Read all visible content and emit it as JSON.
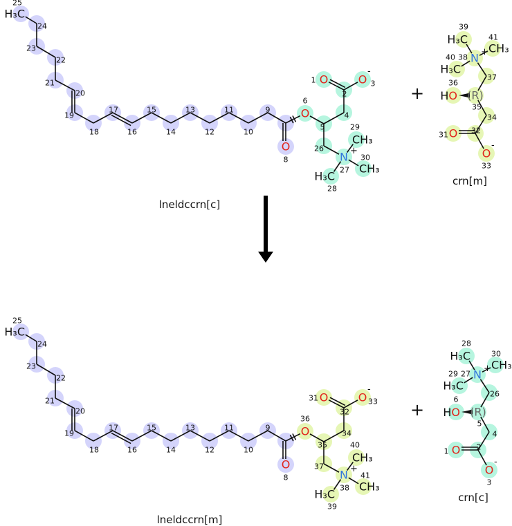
{
  "palette": {
    "lavender": "#d4d4fb",
    "cyan": "#b6f5df",
    "lime": "#e6f6b5"
  },
  "element_colors": {
    "O": "#e2231a",
    "N": "#3377dd",
    "C": "#111111",
    "R": "#666666"
  },
  "reaction": {
    "plus_sign": "+",
    "arrow": "reaction-arrow"
  },
  "molecules": [
    {
      "name": "lneldccrn[c]",
      "atoms": [
        {
          "n": "25",
          "el": "H₃C",
          "hl": "lavender"
        },
        {
          "n": "24",
          "el": "",
          "hl": "lavender"
        },
        {
          "n": "23",
          "el": "",
          "hl": "lavender"
        },
        {
          "n": "22",
          "el": "",
          "hl": "lavender"
        },
        {
          "n": "21",
          "el": "",
          "hl": "lavender"
        },
        {
          "n": "20",
          "el": "",
          "hl": "lavender"
        },
        {
          "n": "19",
          "el": "",
          "hl": "lavender"
        },
        {
          "n": "18",
          "el": "",
          "hl": "lavender"
        },
        {
          "n": "17",
          "el": "",
          "hl": "lavender"
        },
        {
          "n": "16",
          "el": "",
          "hl": "lavender"
        },
        {
          "n": "15",
          "el": "",
          "hl": "lavender"
        },
        {
          "n": "14",
          "el": "",
          "hl": "lavender"
        },
        {
          "n": "13",
          "el": "",
          "hl": "lavender"
        },
        {
          "n": "12",
          "el": "",
          "hl": "lavender"
        },
        {
          "n": "11",
          "el": "",
          "hl": "lavender"
        },
        {
          "n": "10",
          "el": "",
          "hl": "lavender"
        },
        {
          "n": "9",
          "el": "",
          "hl": "lavender"
        },
        {
          "n": "",
          "el": "",
          "hl": "lavender"
        },
        {
          "n": "8",
          "el": "O",
          "hl": "lavender"
        },
        {
          "n": "6",
          "el": "O",
          "hl": "cyan"
        },
        {
          "n": "5",
          "el": "",
          "hl": "cyan"
        },
        {
          "n": "4",
          "el": "",
          "hl": "cyan"
        },
        {
          "n": "2",
          "el": "",
          "hl": "cyan"
        },
        {
          "n": "1",
          "el": "O",
          "hl": "cyan"
        },
        {
          "n": "3",
          "el": "O",
          "hl": "cyan",
          "charge": "-"
        },
        {
          "n": "26",
          "el": "",
          "hl": "cyan"
        },
        {
          "n": "27",
          "el": "N",
          "hl": "cyan",
          "charge": "+"
        },
        {
          "n": "29",
          "el": "CH₃",
          "hl": "cyan"
        },
        {
          "n": "30",
          "el": "CH₃",
          "hl": "cyan"
        },
        {
          "n": "28",
          "el": "H₃C",
          "hl": "cyan"
        }
      ]
    },
    {
      "name": "crn[m]",
      "atoms": [
        {
          "n": "39",
          "el": "H₃C",
          "hl": "lime"
        },
        {
          "n": "38",
          "el": "N",
          "hl": "lime",
          "charge": "+"
        },
        {
          "n": "41",
          "el": "CH₃",
          "hl": "lime"
        },
        {
          "n": "40",
          "el": "H₃C",
          "hl": "lime"
        },
        {
          "n": "37",
          "el": "",
          "hl": "lime"
        },
        {
          "n": "35",
          "el": "(R)",
          "hl": "lime"
        },
        {
          "n": "36",
          "el": "HO",
          "hl": "lime"
        },
        {
          "n": "34",
          "el": "",
          "hl": "lime"
        },
        {
          "n": "32",
          "el": "",
          "hl": "lime"
        },
        {
          "n": "31",
          "el": "O",
          "hl": "lime"
        },
        {
          "n": "33",
          "el": "O",
          "hl": "lime",
          "charge": "-"
        }
      ]
    },
    {
      "name": "lneldccrn[m]",
      "atoms": [
        {
          "n": "25",
          "el": "H₃C",
          "hl": "lavender"
        },
        {
          "n": "24",
          "el": "",
          "hl": "lavender"
        },
        {
          "n": "23",
          "el": "",
          "hl": "lavender"
        },
        {
          "n": "22",
          "el": "",
          "hl": "lavender"
        },
        {
          "n": "21",
          "el": "",
          "hl": "lavender"
        },
        {
          "n": "20",
          "el": "",
          "hl": "lavender"
        },
        {
          "n": "19",
          "el": "",
          "hl": "lavender"
        },
        {
          "n": "18",
          "el": "",
          "hl": "lavender"
        },
        {
          "n": "17",
          "el": "",
          "hl": "lavender"
        },
        {
          "n": "16",
          "el": "",
          "hl": "lavender"
        },
        {
          "n": "15",
          "el": "",
          "hl": "lavender"
        },
        {
          "n": "14",
          "el": "",
          "hl": "lavender"
        },
        {
          "n": "13",
          "el": "",
          "hl": "lavender"
        },
        {
          "n": "12",
          "el": "",
          "hl": "lavender"
        },
        {
          "n": "11",
          "el": "",
          "hl": "lavender"
        },
        {
          "n": "10",
          "el": "",
          "hl": "lavender"
        },
        {
          "n": "9",
          "el": "",
          "hl": "lavender"
        },
        {
          "n": "",
          "el": "",
          "hl": "lavender"
        },
        {
          "n": "8",
          "el": "O",
          "hl": "lavender"
        },
        {
          "n": "36",
          "el": "O",
          "hl": "lime"
        },
        {
          "n": "35",
          "el": "",
          "hl": "lime"
        },
        {
          "n": "34",
          "el": "",
          "hl": "lime"
        },
        {
          "n": "32",
          "el": "",
          "hl": "lime"
        },
        {
          "n": "31",
          "el": "O",
          "hl": "lime"
        },
        {
          "n": "33",
          "el": "O",
          "hl": "lime",
          "charge": "-"
        },
        {
          "n": "37",
          "el": "",
          "hl": "lime"
        },
        {
          "n": "38",
          "el": "N",
          "hl": "lime",
          "charge": "+"
        },
        {
          "n": "40",
          "el": "CH₃",
          "hl": "lime"
        },
        {
          "n": "41",
          "el": "CH₃",
          "hl": "lime"
        },
        {
          "n": "39",
          "el": "H₃C",
          "hl": "lime"
        }
      ]
    },
    {
      "name": "crn[c]",
      "atoms": [
        {
          "n": "28",
          "el": "H₃C",
          "hl": "cyan"
        },
        {
          "n": "27",
          "el": "N",
          "hl": "cyan",
          "charge": "+"
        },
        {
          "n": "30",
          "el": "CH₃",
          "hl": "cyan"
        },
        {
          "n": "29",
          "el": "H₃C",
          "hl": "cyan"
        },
        {
          "n": "26",
          "el": "",
          "hl": "cyan"
        },
        {
          "n": "5",
          "el": "(R)",
          "hl": "cyan"
        },
        {
          "n": "6",
          "el": "HO",
          "hl": "cyan"
        },
        {
          "n": "4",
          "el": "",
          "hl": "cyan"
        },
        {
          "n": "2",
          "el": "",
          "hl": "cyan"
        },
        {
          "n": "1",
          "el": "O",
          "hl": "cyan"
        },
        {
          "n": "3",
          "el": "O",
          "hl": "cyan",
          "charge": "-"
        }
      ]
    }
  ]
}
